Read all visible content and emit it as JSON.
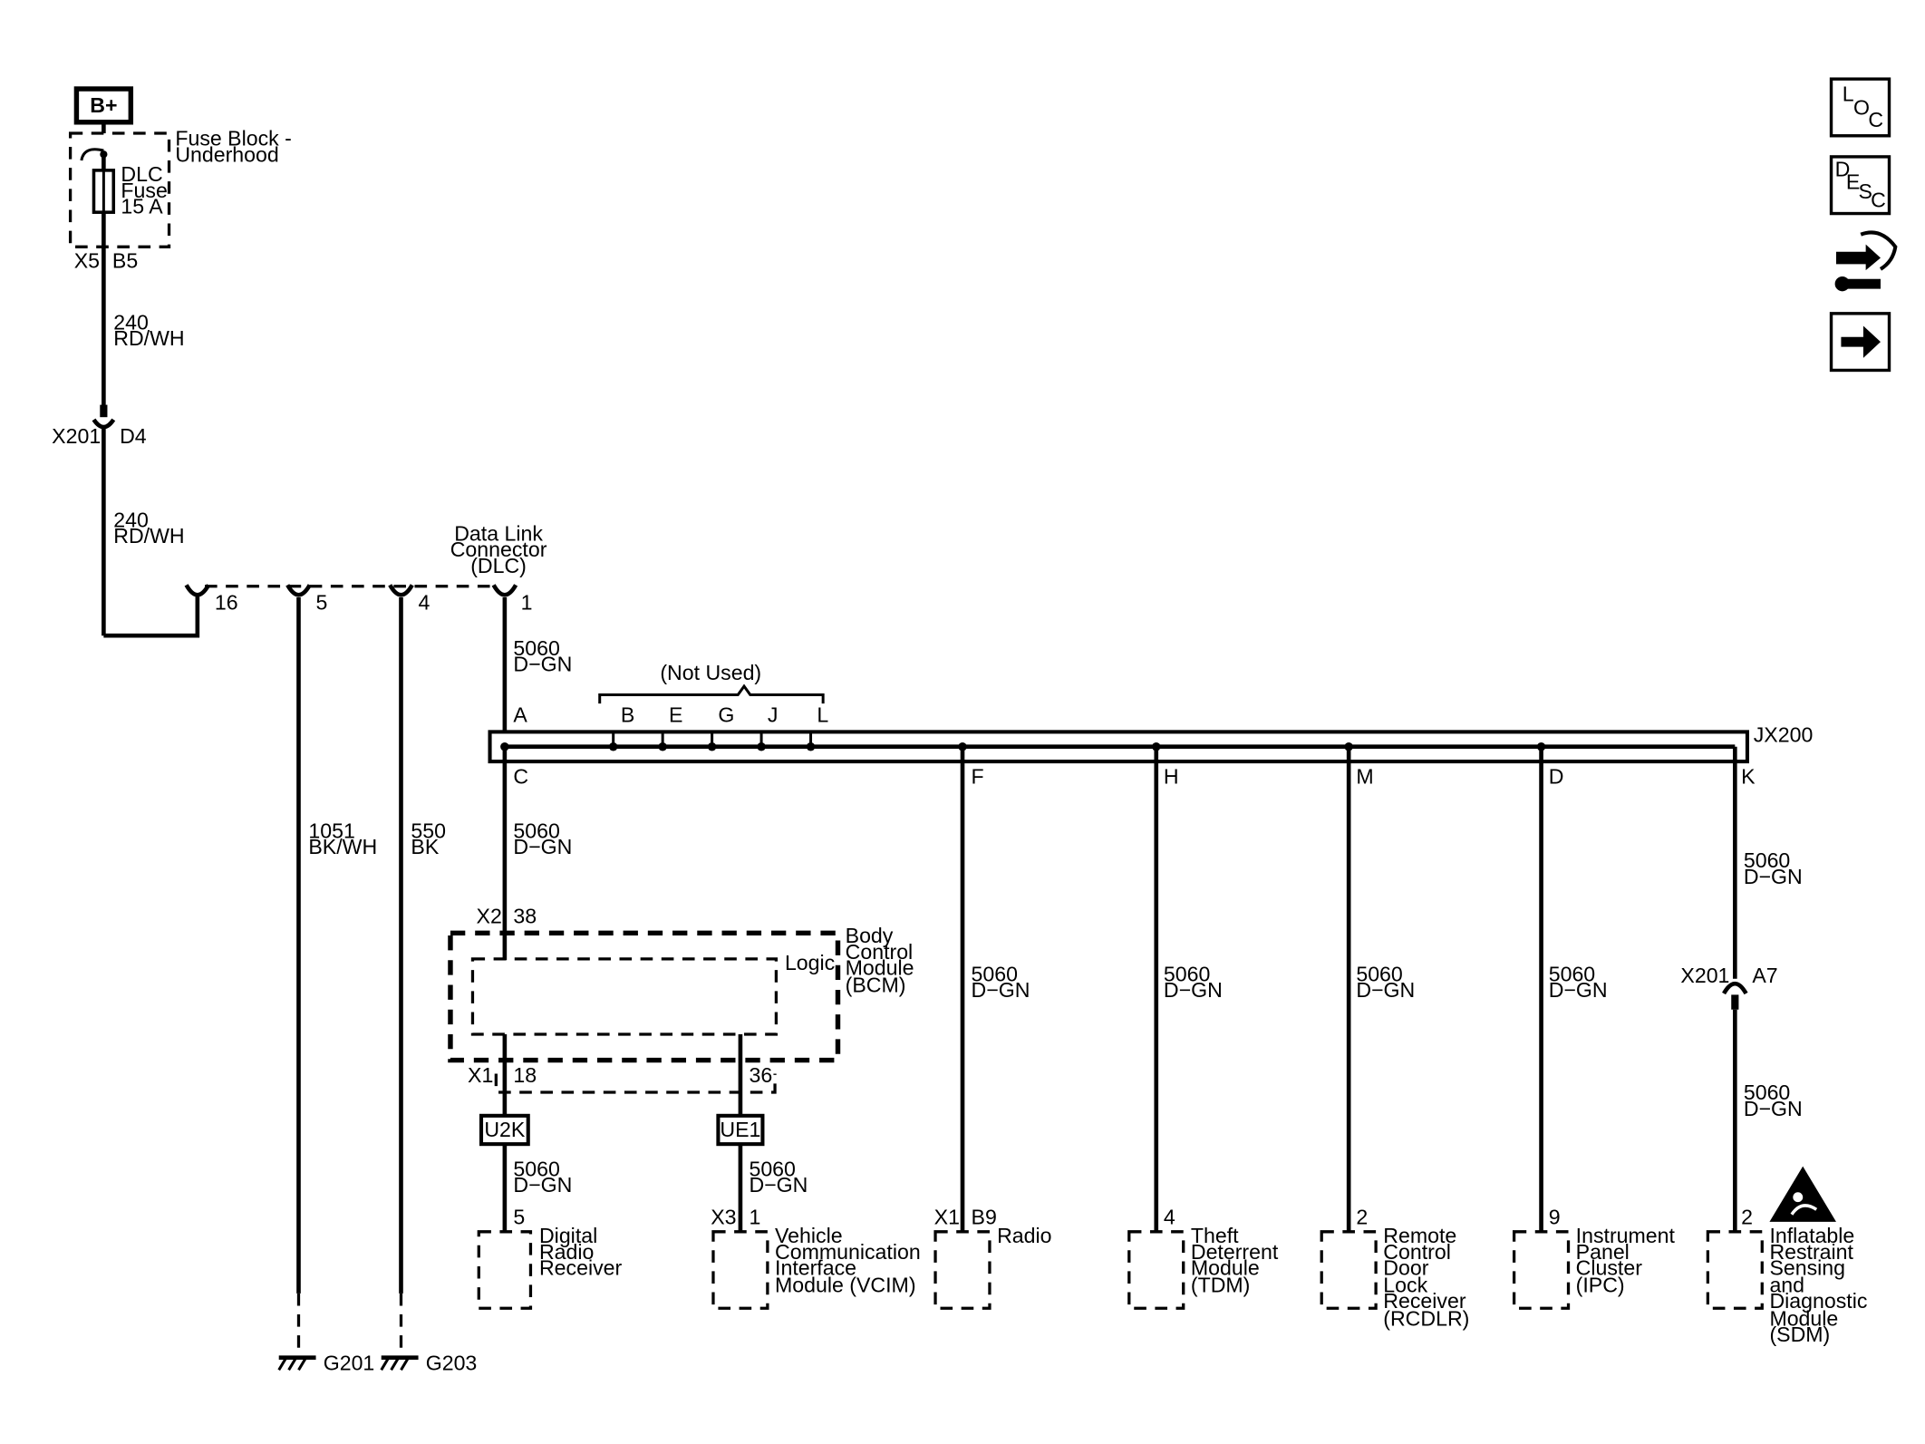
{
  "power": {
    "source": "B+",
    "fuse_block": [
      "Fuse Block -",
      "Underhood"
    ],
    "fuse": [
      "DLC",
      "Fuse",
      "15 A"
    ],
    "conn": "X5",
    "pin": "B5"
  },
  "wires": {
    "w240_a": [
      "240",
      "RD/WH"
    ],
    "w240_b": [
      "240",
      "RD/WH"
    ],
    "w5060_dlc": [
      "5060",
      "D−GN"
    ],
    "w5060_bcm": [
      "5060",
      "D−GN"
    ],
    "w1051": [
      "1051",
      "BK/WH"
    ],
    "w550": [
      "550",
      "BK"
    ],
    "w5060_k": [
      "5060",
      "D−GN"
    ],
    "w5060_sdm": [
      "5060",
      "D−GN"
    ],
    "w5060_f": [
      "5060",
      "D−GN"
    ],
    "w5060_h": [
      "5060",
      "D−GN"
    ],
    "w5060_m": [
      "5060",
      "D−GN"
    ],
    "w5060_d": [
      "5060",
      "D−GN"
    ],
    "w5060_u2k": [
      "5060",
      "D−GN"
    ],
    "w5060_ue1": [
      "5060",
      "D−GN"
    ]
  },
  "x201_top": {
    "conn": "X201",
    "pin": "D4"
  },
  "x201_right": {
    "conn": "X201",
    "pin": "A7"
  },
  "dlc": {
    "label": [
      "Data Link",
      "Connector",
      "(DLC)"
    ],
    "pins": [
      "16",
      "5",
      "4",
      "1"
    ]
  },
  "splice": {
    "name": "JX200",
    "not_used": "(Not Used)",
    "top_pins": [
      "A",
      "B",
      "E",
      "G",
      "J",
      "L"
    ],
    "bottom_pins": [
      "C",
      "F",
      "H",
      "M",
      "D",
      "K"
    ]
  },
  "bcm": {
    "label": [
      "Body",
      "Control",
      "Module",
      "(BCM)"
    ],
    "logic": "Logic",
    "conn_top": "X2",
    "pin_top": "38",
    "conn_bottom": "X1",
    "pin_a": "18",
    "pin_b": "36"
  },
  "data_ids": [
    "U2K",
    "UE1"
  ],
  "modules": [
    {
      "pin": "5",
      "conn": "",
      "name": [
        "Digital",
        "Radio",
        "Receiver"
      ]
    },
    {
      "pin": "1",
      "conn": "X3",
      "name": [
        "Vehicle",
        "Communication",
        "Interface",
        "Module (VCIM)"
      ]
    },
    {
      "pin": "B9",
      "conn": "X1",
      "name": [
        "Radio"
      ]
    },
    {
      "pin": "4",
      "conn": "",
      "name": [
        "Theft",
        "Deterrent",
        "Module",
        "(TDM)"
      ]
    },
    {
      "pin": "2",
      "conn": "",
      "name": [
        "Remote",
        "Control",
        "Door",
        "Lock",
        "Receiver",
        "(RCDLR)"
      ]
    },
    {
      "pin": "9",
      "conn": "",
      "name": [
        "Instrument",
        "Panel",
        "Cluster",
        "(IPC)"
      ]
    },
    {
      "pin": "2",
      "conn": "",
      "name": [
        "Inflatable",
        "Restraint",
        "Sensing",
        "and",
        "Diagnostic",
        "Module",
        "(SDM)"
      ]
    }
  ],
  "grounds": [
    "G201",
    "G203"
  ],
  "nav": {
    "loc": [
      "L",
      "O",
      "C"
    ],
    "desc": [
      "D",
      "E",
      "S",
      "C"
    ]
  }
}
